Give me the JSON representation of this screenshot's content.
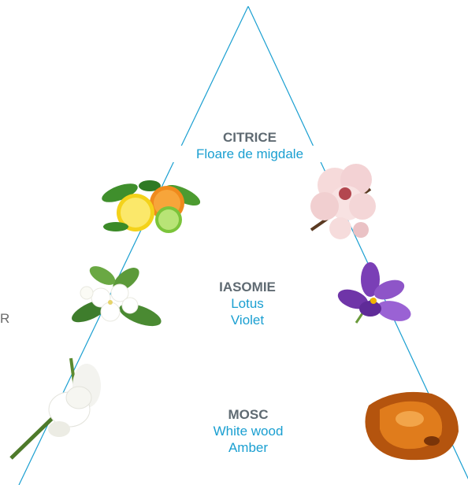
{
  "pyramid": {
    "line_color": "#1a9fd1",
    "heading_color": "#5f6a72",
    "note_color": "#1a9fd1"
  },
  "tiers": {
    "top": {
      "heading": "CITRICE",
      "notes": [
        "Floare de migdale"
      ]
    },
    "middle": {
      "heading": "IASOMIE",
      "notes": [
        "Lotus",
        "Violet"
      ]
    },
    "base": {
      "heading": "MOSC",
      "notes": [
        "White wood",
        "Amber"
      ]
    }
  },
  "clipped_text": "R",
  "images": [
    "citrus-fruits-image",
    "almond-blossom-image",
    "jasmine-flowers-image",
    "crocus-violet-image",
    "white-rose-image",
    "amber-stone-image"
  ]
}
